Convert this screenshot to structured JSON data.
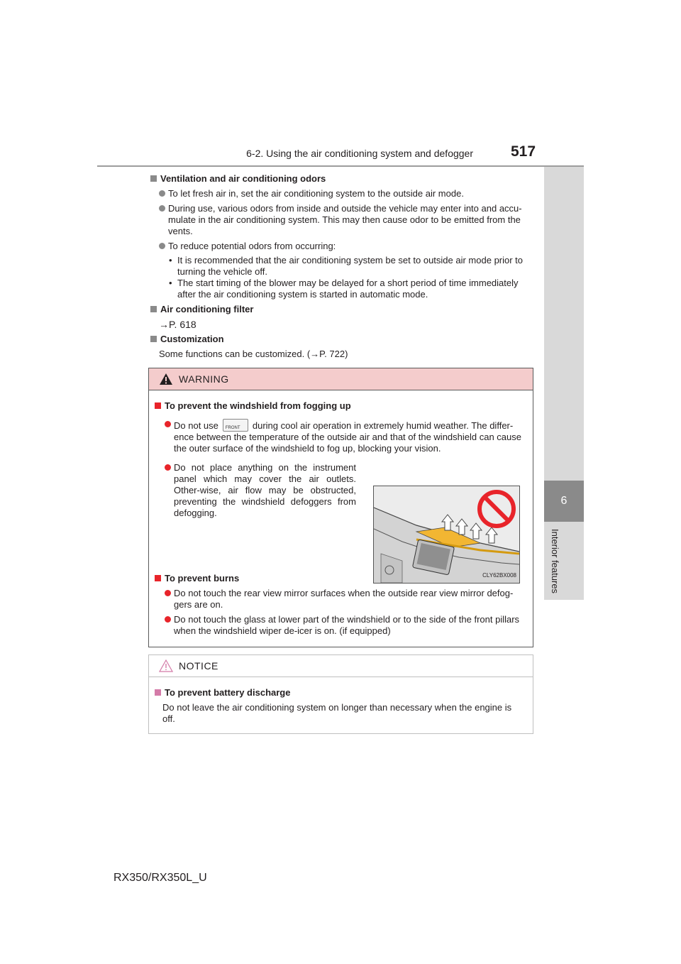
{
  "header": {
    "section": "6-2. Using the air conditioning system and defogger",
    "page_number": "517"
  },
  "side_tab": {
    "number": "6",
    "label": "Interior features"
  },
  "ventilation": {
    "heading": "Ventilation and air conditioning odors",
    "bullets": [
      "To let fresh air in, set the air conditioning system to the outside air mode.",
      "During use, various odors from inside and outside the vehicle may enter into and accu-mulate in the air conditioning system. This may then cause odor to be emitted from the vents.",
      "To reduce potential odors from occurring:"
    ],
    "sub_bullets": [
      "It is recommended that the air conditioning system be set to outside air mode prior to turning the vehicle off.",
      "The start timing of the blower may be delayed for a short period of time immediately after the air conditioning system is started in automatic mode."
    ]
  },
  "filter": {
    "heading": "Air conditioning filter",
    "ref": "→P. 618"
  },
  "customization": {
    "heading": "Customization",
    "text": "Some functions can be customized. (→P. 722)"
  },
  "warning": {
    "title": "WARNING",
    "fog_heading": "To prevent the windshield from fogging up",
    "fog_bullet1_a": "Do not use",
    "fog_bullet1_b": "during cool air operation in extremely humid weather. The differ-ence between the temperature of the outside air and that of the windshield can cause the outer surface of the windshield to fog up, blocking your vision.",
    "button_label": "FRONT",
    "fog_bullet2": "Do not place anything on the instrument panel which may cover the air outlets. Other-wise, air flow may be obstructed, preventing the windshield defoggers from defogging.",
    "illustration_code": "CLY62BX008",
    "burns_heading": "To prevent burns",
    "burns_bullets": [
      "Do not touch the rear view mirror surfaces when the outside rear view mirror defog-gers are on.",
      "Do not touch the glass at lower part of the windshield or to the side of the front pillars when the windshield wiper de-icer is on. (if equipped)"
    ]
  },
  "notice": {
    "title": "NOTICE",
    "heading": "To prevent battery discharge",
    "text": "Do not leave the air conditioning system on longer than necessary when the engine is off."
  },
  "footer": {
    "model": "RX350/RX350L_U"
  }
}
